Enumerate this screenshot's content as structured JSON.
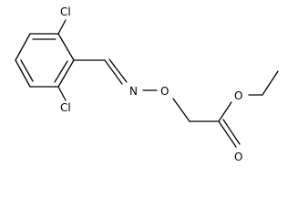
{
  "molecule": {
    "atoms": {
      "cl_top": "Cl",
      "cl_bottom": "Cl",
      "n": "N",
      "o_ether": "O",
      "o_ester": "O",
      "o_carbonyl": "O"
    }
  }
}
